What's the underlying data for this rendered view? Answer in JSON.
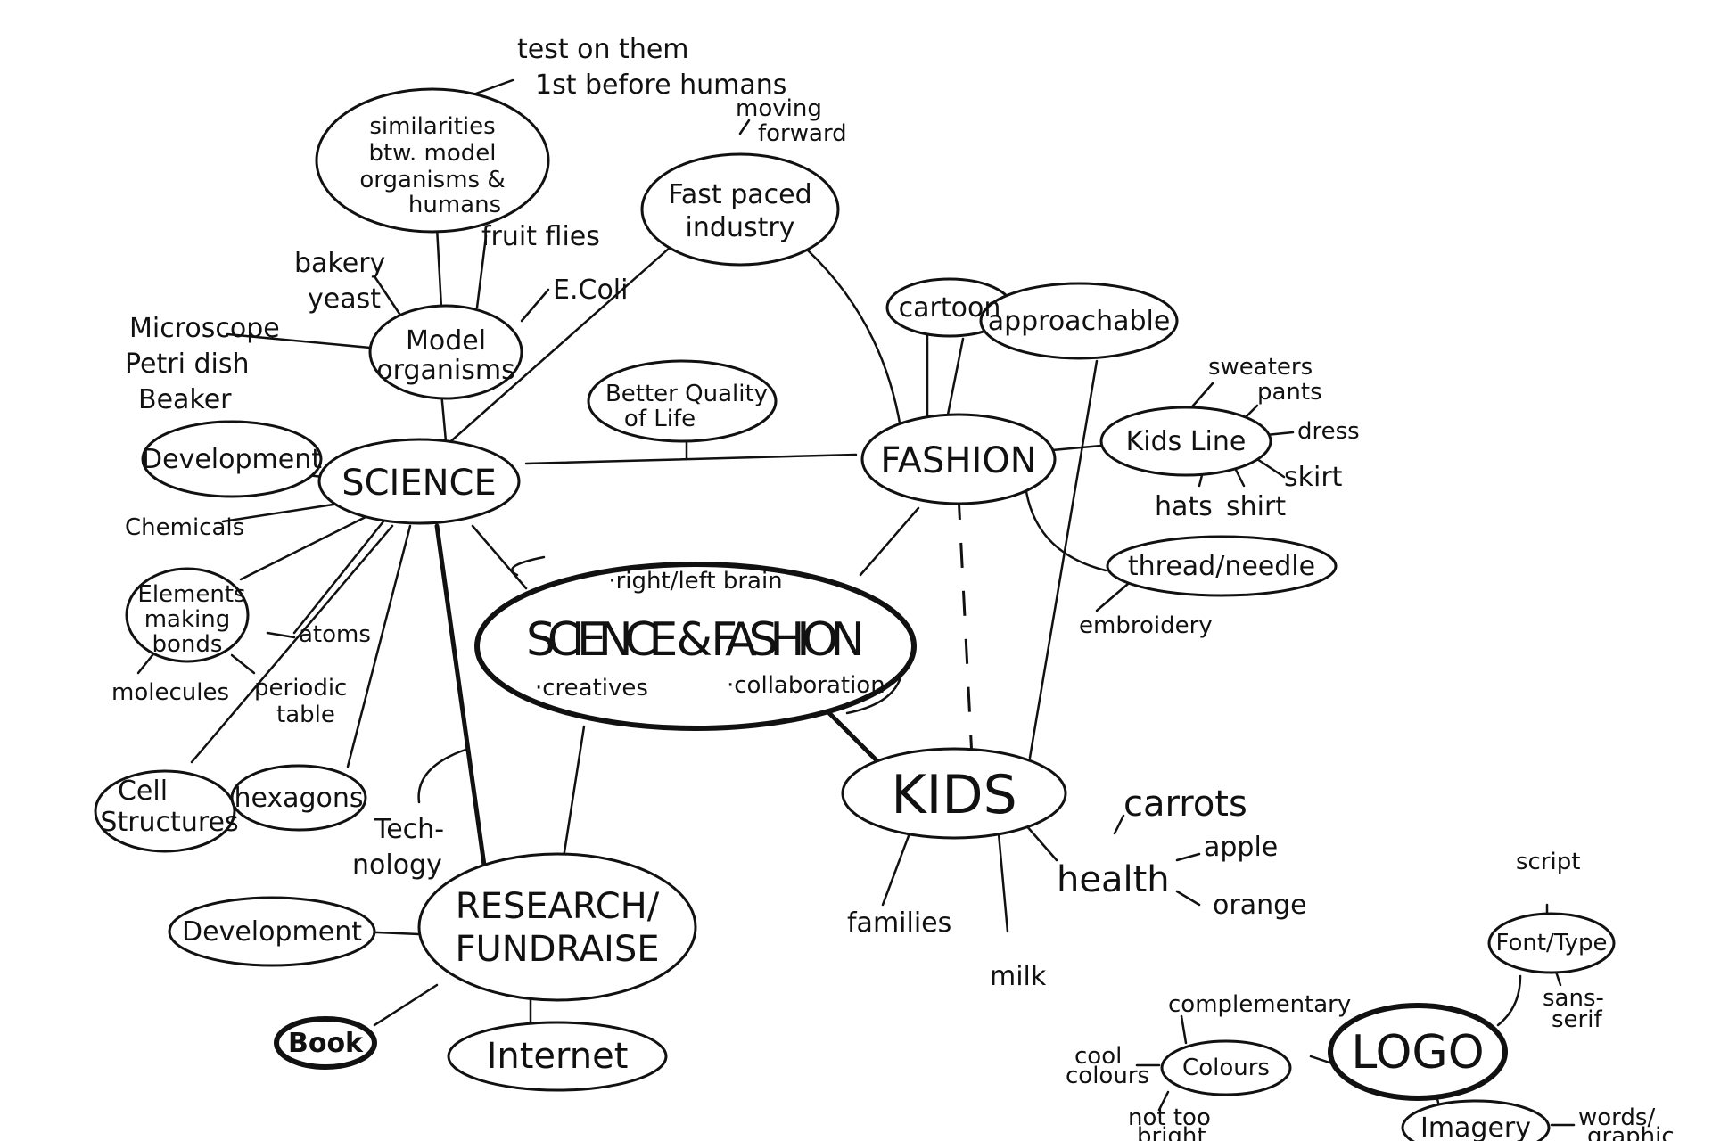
{
  "nodes": {
    "center_title": "SCIENCE & FASHION",
    "center_note_brain": "·right/left brain",
    "center_note_creatives": "·creatives",
    "center_note_collab": "·collaboration",
    "science": "SCIENCE",
    "fashion": "FASHION",
    "kids": "KIDS",
    "research": [
      "RESEARCH/",
      "FUNDRAISE"
    ],
    "logo": "LOGO",
    "model_organisms": [
      "Model",
      "organisms"
    ],
    "similarities": [
      "similarities",
      "btw. model",
      "organisms &",
      "humans"
    ],
    "fast_paced": [
      "Fast paced",
      "industry"
    ],
    "better_quality": [
      "Better Quality",
      "of Life"
    ],
    "cartoon": "cartoon",
    "approachable": "approachable",
    "kids_line": "Kids Line",
    "thread_needle": "thread/needle",
    "development_top": "Development",
    "elements": [
      "Elements",
      "making",
      "bonds"
    ],
    "cell_structures": [
      "Cell",
      "Structures"
    ],
    "hexagons": "hexagons",
    "development_bottom": "Development",
    "book": "Book",
    "internet": "Internet",
    "font_type": "Font/Type",
    "colours": "Colours",
    "imagery": "Imagery"
  },
  "labels": {
    "test_on_them": [
      "test on them",
      "1st before humans"
    ],
    "moving_forward": [
      "moving",
      "forward"
    ],
    "fruit_flies": "fruit flies",
    "bakery_yeast": [
      "bakery",
      "yeast"
    ],
    "ecoli": "E.Coli",
    "lab_tools": [
      "Microscope",
      "Petri dish",
      "Beaker"
    ],
    "chemicals": "Chemicals",
    "atoms": "atoms",
    "molecules": "molecules",
    "periodic_table": [
      "periodic",
      "table"
    ],
    "technology": [
      "Tech-",
      "nology"
    ],
    "sweaters": "sweaters",
    "pants": "pants",
    "dress": "dress",
    "skirt": "skirt",
    "hats": "hats",
    "shirt": "shirt",
    "embroidery": "embroidery",
    "carrots": "carrots",
    "health": "health",
    "apple": "apple",
    "orange": "orange",
    "families": "families",
    "milk": "milk",
    "script": "script",
    "sans_serif": [
      "sans-",
      "serif"
    ],
    "complementary": "complementary",
    "cool_colours": [
      "cool",
      "colours"
    ],
    "not_too_bright": [
      "not too",
      "bright"
    ],
    "words_graphic": [
      "words/",
      "graphic"
    ]
  }
}
